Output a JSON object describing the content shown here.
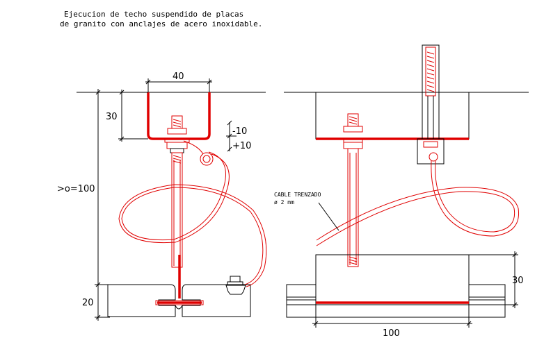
{
  "title": {
    "line1": "Ejecucion de techo suspendido de placas",
    "line2": "de granito con anclajes de acero inoxidable."
  },
  "left_view": {
    "dim_width": "40",
    "dim_height": "30",
    "dim_minus": "-10",
    "dim_plus": "+10",
    "dim_total": ">o=100",
    "dim_plate": "20"
  },
  "right_view": {
    "cable_label_line1": "CABLE TRENZADO",
    "cable_label_line2": "ø 2 mm",
    "dim_block_height": "30",
    "dim_block_width": "100"
  },
  "colors": {
    "line": "#000000",
    "steel": "#e00000",
    "background": "#ffffff"
  }
}
